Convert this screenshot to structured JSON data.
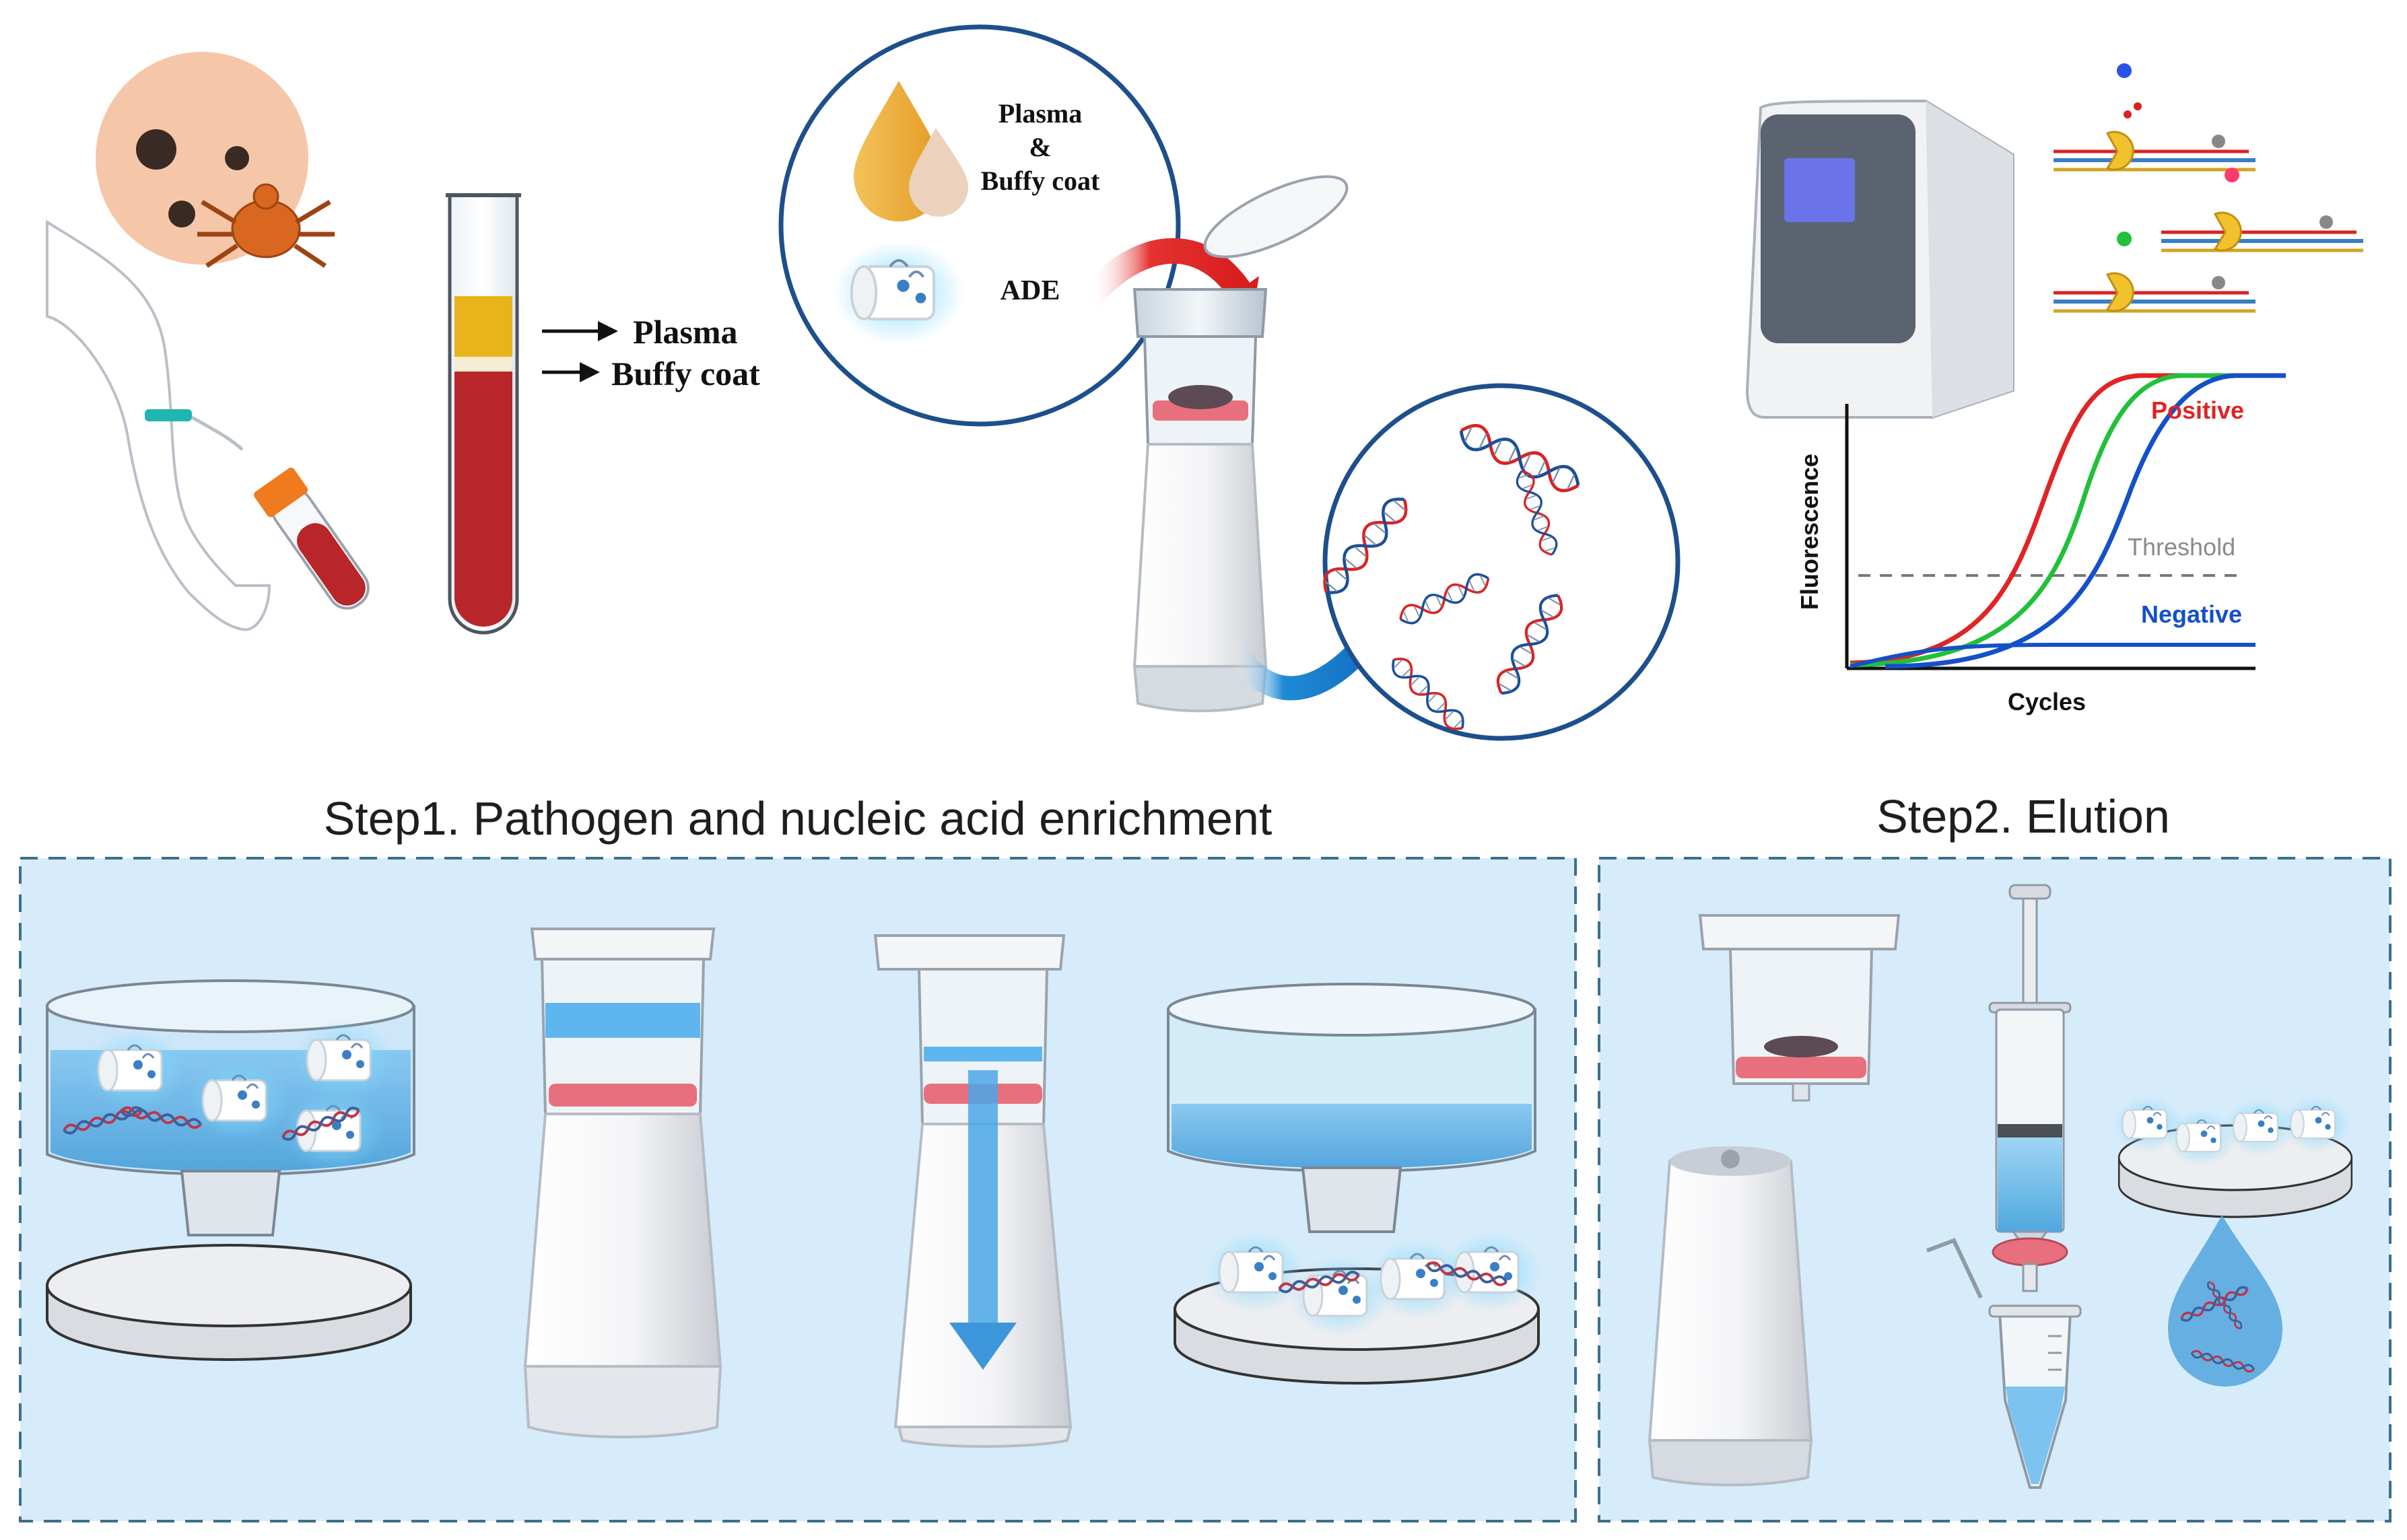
{
  "blood_tube": {
    "plasma_label": "Plasma",
    "buffy_label": "Buffy coat"
  },
  "inset_reagents": {
    "plasma_line": "Plasma",
    "amp_line": "&",
    "buffy_line": "Buffy coat",
    "ade_label": "ADE"
  },
  "qpcr_plot": {
    "positive_label": "Positive",
    "threshold_label": "Threshold",
    "negative_label": "Negative",
    "x_axis_label": "Cycles",
    "y_axis_label": "Fluorescence"
  },
  "steps": {
    "step1_title": "Step1. Pathogen and nucleic acid enrichment",
    "step2_title": "Step2. Elution"
  },
  "colors": {
    "panel_fill": "#d7ecfa",
    "panel_border": "#3e6f8a",
    "circle_border": "#1d4f8c",
    "positive_red": "#e02424",
    "green_curve": "#22c03a",
    "negative_blue": "#1450c8",
    "blood_red": "#b8262a",
    "buffy_gold": "#e8b41a",
    "seal_pink": "#e8707e"
  }
}
